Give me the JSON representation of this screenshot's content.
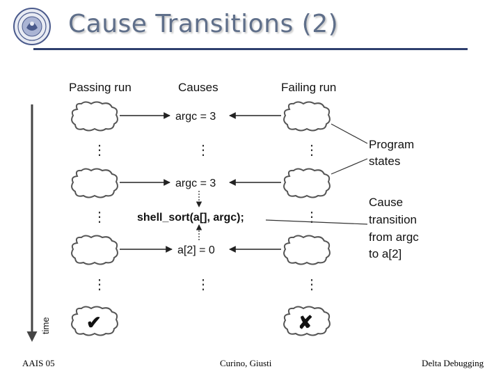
{
  "slide": {
    "title": "Cause Transitions (2)",
    "colors": {
      "title": "#5f6f8a",
      "rule": "#2e3f6e",
      "seal": "#4a5a8c"
    }
  },
  "diagram": {
    "headers": {
      "passing": "Passing run",
      "causes": "Causes",
      "failing": "Failing run"
    },
    "time_label": "time",
    "causes": [
      "argc = 3",
      "argc = 3",
      "shell_sort(a[], argc);",
      "a[2] = 0"
    ],
    "annotations": {
      "program_states": [
        "Program",
        "states"
      ],
      "cause_transition": [
        "Cause",
        "transition",
        "from argc",
        "to a[2]"
      ]
    },
    "outcomes": {
      "pass": "✔",
      "fail": "✘"
    },
    "ellipsis": "⋮"
  },
  "footer": {
    "left": "AAIS 05",
    "center": "Curino, Giusti",
    "right": "Delta Debugging"
  }
}
